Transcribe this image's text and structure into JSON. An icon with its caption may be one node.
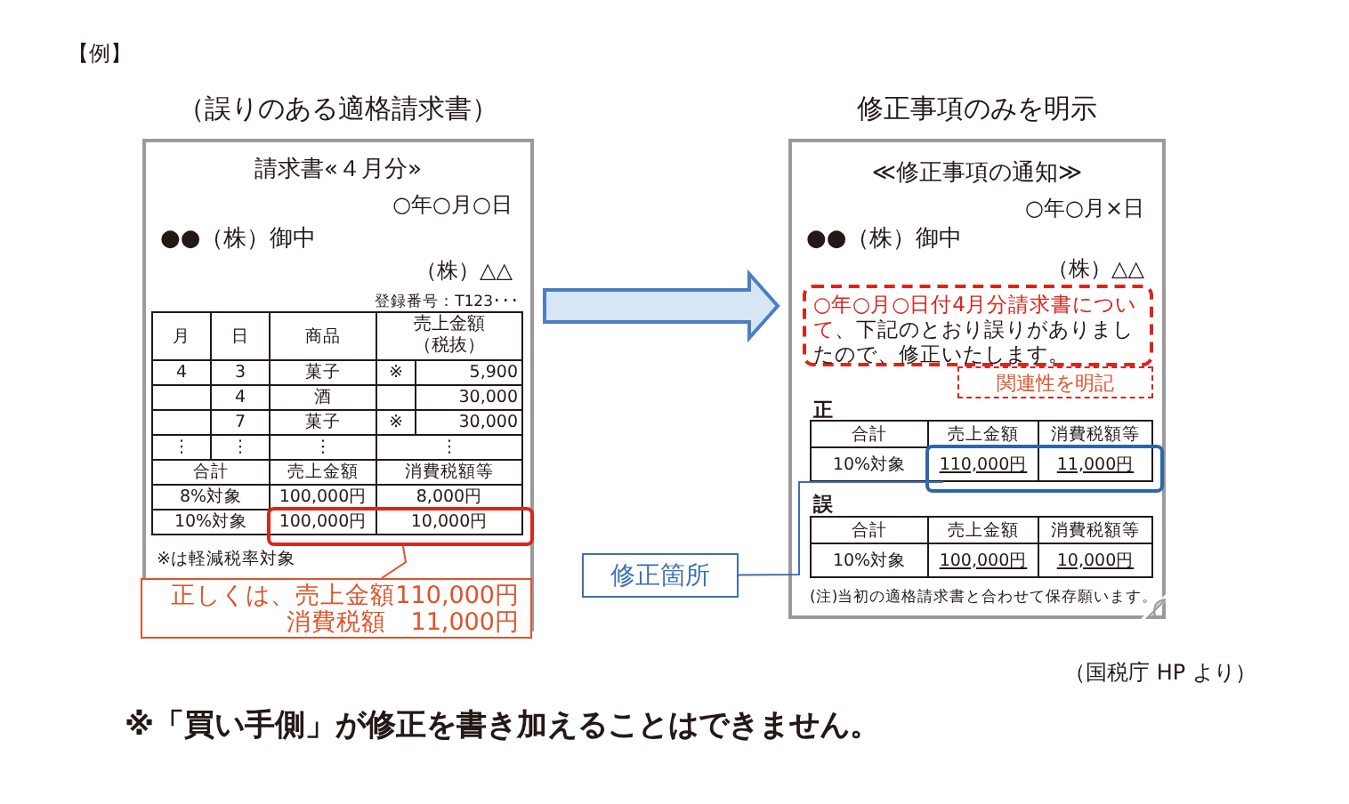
{
  "diagram": {
    "caption": "※「買い手側」が修正を書き加えることはできません。",
    "nodes": [
      {
        "text": [
          "請求書«４月分»",
          "○年○月○日",
          "●●（株）御中",
          "（株）△△",
          "登録番号：T123･･･"
        ]
      },
      {
        "text": [],
        "shape": "box",
        "in": 0
      },
      {
        "text": [
          "正しくは、売上金額110,000円",
          "消費税額　11,000円"
        ],
        "in": 0
      },
      {
        "text": [
          "≪修正事項の通知≫",
          "○年○月×日",
          "●●（株）御中",
          "（株）△△"
        ]
      },
      {
        "text": [
          "○年○月○日付4月分請求書について",
          "、下記のとおり誤りがありましたので、修正いたします。"
        ],
        "in": 3
      },
      {
        "text": [
          "関連性を明記"
        ],
        "in": 3
      },
      {
        "text": [],
        "shape": "box",
        "in": 3
      },
      {
        "text": [
          "修正箇所"
        ]
      }
    ],
    "edges": [
      {
        "from": 2,
        "to": 1,
        "arrow": "none",
        "color": "#e0522a"
      },
      {
        "from": 7,
        "to": 6,
        "arrow": "none",
        "color": "#3b6fb6"
      },
      {
        "from": 0,
        "to": 3,
        "arrow": "to",
        "style": "thick",
        "color": "#4a7fc1"
      }
    ],
    "labels": [
      "【例】",
      "（誤りのある適格請求書）",
      "修正事項のみを明示",
      "月",
      "日",
      "商品",
      "売上金額（税抜）",
      "4",
      "3",
      "菓子",
      "※",
      "5,900",
      "4",
      "酒",
      "30,000",
      "7",
      "菓子",
      "※",
      "30,000",
      "⋮",
      "⋮",
      "⋮",
      "⋮",
      "合計",
      "売上金額",
      "消費税額等",
      "8%対象",
      "100,000円",
      "8,000円",
      "10%対象",
      "100,000円",
      "10,000円",
      "※は軽減税率対象",
      "正",
      "合計",
      "売上金額",
      "消費税額等",
      "10%対象",
      "110,000円",
      "11,000円",
      "誤",
      "合計",
      "売上金額",
      "消費税額等",
      "10%対象",
      "100,000円",
      "10,000円",
      "(注)当初の適格請求書と合わせて保存願います。",
      "（国税庁 HP より）"
    ]
  }
}
